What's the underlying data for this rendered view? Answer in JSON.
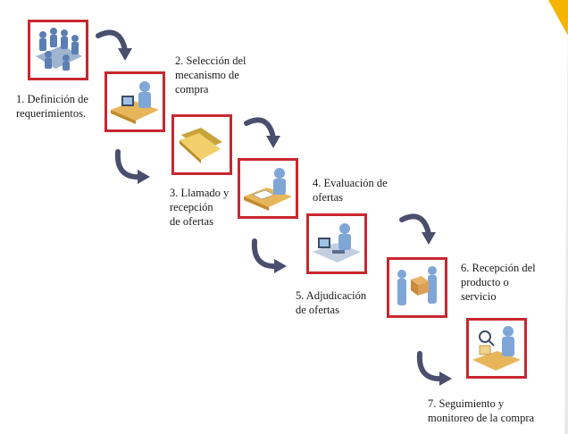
{
  "colors": {
    "frame": "#c8272f",
    "arrow": "#4a4f6e",
    "accent_corner": "#f4b400"
  },
  "steps": [
    {
      "label": "1. Definición de\nrequerimientos.",
      "icon": "meeting-icon"
    },
    {
      "label": "2. Selección del\nmecanismo de\ncompra",
      "icon": "desk-worker-icon"
    },
    {
      "label": "3. Llamado y\nrecepción\nde ofertas",
      "icon": "folder-icon"
    },
    {
      "label": "4. Evaluación de\nofertas",
      "icon": "document-review-icon"
    },
    {
      "label": "5. Adjudicación\nde ofertas",
      "icon": "computer-worker-icon"
    },
    {
      "label": "6. Recepción del\nproducto o\nservicio",
      "icon": "package-delivery-icon"
    },
    {
      "label": "7.  Seguimiento y\nmonitoreo de la compra",
      "icon": "inspection-icon"
    }
  ]
}
